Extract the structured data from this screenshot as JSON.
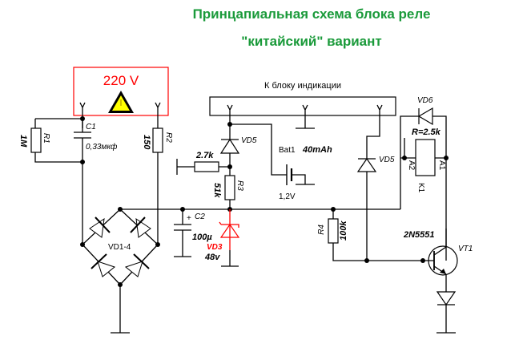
{
  "title": {
    "line1": "Принцапиальная схема блока реле",
    "line2": "\"китайский\" вариант"
  },
  "colors": {
    "title": "#1a9a3a",
    "warning_box": "#ff0000",
    "zener": "#ff0000",
    "warning_fill": "#ffff00",
    "wire": "#000000"
  },
  "mains": {
    "voltage_label": "220 V",
    "icon": "warning-triangle-icon"
  },
  "indication": {
    "label": "К блоку индикации"
  },
  "components": {
    "R1": {
      "ref": "R1",
      "value": "1M"
    },
    "C1": {
      "ref": "C1",
      "value": "0,33мкф"
    },
    "R2": {
      "ref": "R2",
      "value": "150"
    },
    "bridge": {
      "ref": "VD1-4"
    },
    "C2": {
      "ref": "C2",
      "value": "100µ",
      "polarity": "+"
    },
    "VD3": {
      "ref": "VD3",
      "value": "48v"
    },
    "R3": {
      "ref": "R3",
      "value": "51k"
    },
    "R_2k7": {
      "value": "2.7k"
    },
    "VD5a": {
      "ref": "VD5"
    },
    "Bat1": {
      "ref": "Bat1",
      "capacity": "40mAh",
      "voltage": "1,2V"
    },
    "VD5b": {
      "ref": "VD5"
    },
    "VD6": {
      "ref": "VD6"
    },
    "K1": {
      "ref": "K1",
      "resistance": "R=2.5k",
      "pin_left": "A2",
      "pin_right": "A1"
    },
    "R4": {
      "ref": "R4",
      "value": "100k"
    },
    "VT1": {
      "ref": "VT1",
      "model": "2N5551"
    }
  }
}
